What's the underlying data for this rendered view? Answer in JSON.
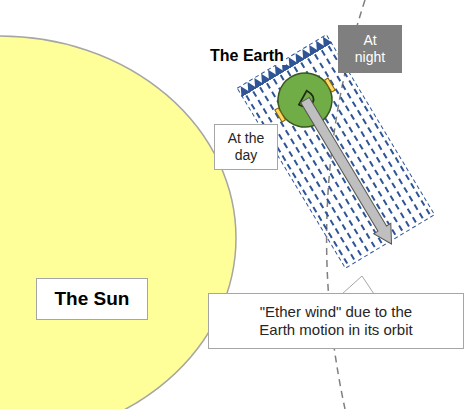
{
  "diagram": {
    "nodes": [
      {
        "text": [
          "At night"
        ]
      },
      {
        "text": [
          "At the day"
        ]
      },
      {
        "text": [
          "The Sun"
        ]
      },
      {
        "text": [
          "\"Ether wind\" due to the Earth motion in its orbit"
        ]
      }
    ],
    "labels": [
      "The Earth"
    ]
  }
}
